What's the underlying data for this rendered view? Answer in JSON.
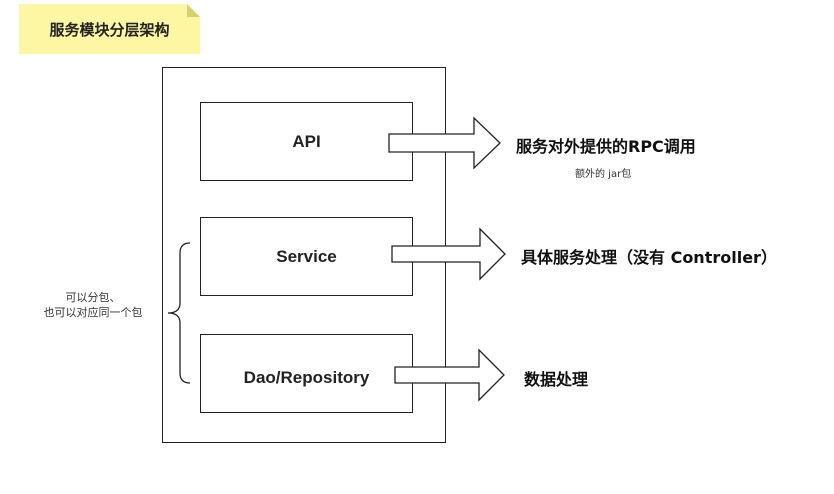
{
  "note": {
    "title": "服务模块分层架构"
  },
  "layers": {
    "api": "API",
    "service": "Service",
    "dao": "Dao/Repository"
  },
  "arrows": {
    "api_label": "服务对外提供的RPC调用",
    "api_sublabel": "额外的 jar包",
    "service_label": "具体服务处理（没有 Controller）",
    "dao_label": "数据处理"
  },
  "side_note": {
    "line1": "可以分包、",
    "line2": "也可以对应同一个包"
  }
}
